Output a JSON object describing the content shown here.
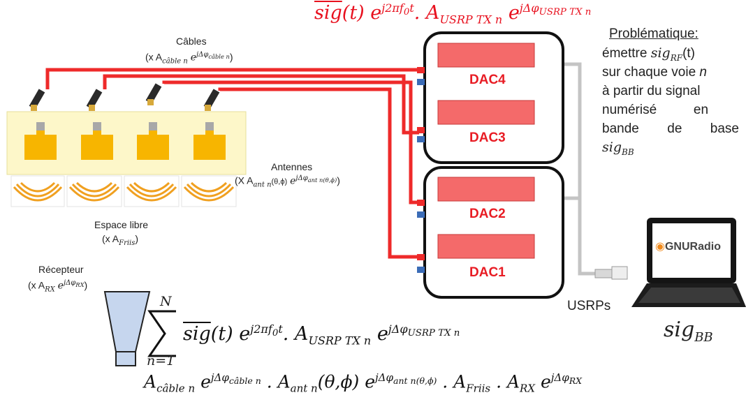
{
  "labels": {
    "cables_title": "Câbles",
    "cables_gain": "(x A",
    "cables_gain_sub": "câble n",
    "cables_gain_exp": "e",
    "cables_gain_exp_sup": "jΔφ",
    "cables_gain_exp_sub": "câble n",
    "antennas_title": "Antennes",
    "antennas_gain": "(X A",
    "antennas_gain_sub": "ant n",
    "antennas_gain_args": "(θ,ϕ)",
    "antennas_exp": "e",
    "antennas_exp_sup": "jΔφ",
    "antennas_exp_sub": "ant n(θ,ϕ)",
    "free_space_title": "Espace libre",
    "free_space_gain": "(x A",
    "free_space_gain_sub": "Friis",
    "receiver_title": "Récepteur",
    "receiver_gain": "(x A",
    "receiver_gain_sub": "RX",
    "receiver_exp": "e",
    "receiver_exp_sup": "jΔφ",
    "receiver_exp_sub": "RX",
    "usrps": "USRPs",
    "sig_bb_laptop": "sig",
    "sig_bb_laptop_sub": "BB",
    "gnuradio_logo": "GNURadio"
  },
  "dac_labels": [
    "DAC4",
    "DAC3",
    "DAC2",
    "DAC1"
  ],
  "problem": {
    "title": "Problématique:",
    "lines": [
      {
        "text": "émettre ",
        "math": "sig",
        "math_sub": "RF",
        "after": "(t)"
      },
      {
        "text": "sur chaque voie ",
        "italic": "n"
      },
      {
        "text": "à partir du signal"
      },
      {
        "text": "numérisé          en"
      },
      {
        "text": "bande de base"
      },
      {
        "math": "sig",
        "math_sub": "BB"
      }
    ]
  },
  "formulas": {
    "top": {
      "sig": "sig",
      "t": "(t) e",
      "exp1": "j2πf",
      "exp1_sub": "0",
      "exp1_after": "t",
      "dotA": ". A",
      "A_sub": "USRP TX n",
      "e2": " e",
      "exp2": "jΔφ",
      "exp2_sub": "USRP TX n"
    },
    "sum_upper": "N",
    "sum_lower": "n=1",
    "bottom_text": "A"
  },
  "colors": {
    "red_formula": "#e8101e",
    "dac_text": "#e81c24",
    "cable_red": "#ee2a2a",
    "antenna_patch": "#f7b500",
    "antenna_board": "#fdf7c9",
    "receiver_horn": "#c6d6ee",
    "usrp_port_blue": "#3b6cb7"
  }
}
